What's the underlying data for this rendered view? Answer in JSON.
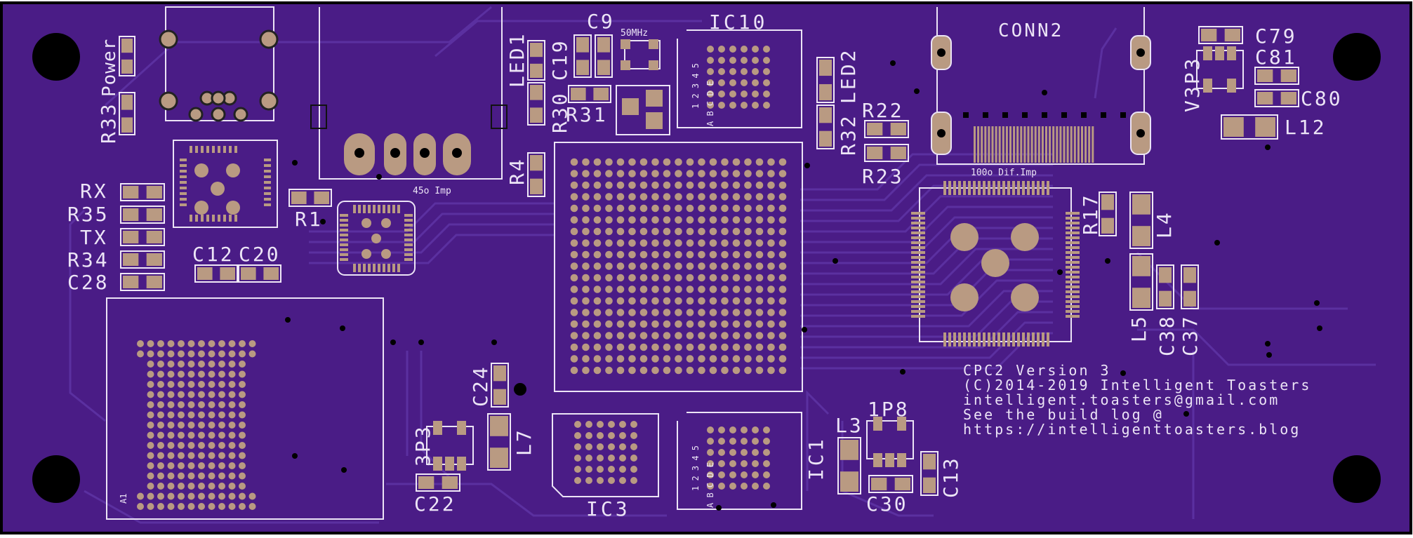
{
  "colors": {
    "board": "#4a1c86",
    "trace": "#5b30a0",
    "pad": "#b99a82",
    "padOutline": "#f0e8f6",
    "silk": "#ece4f6",
    "hole": "#000000"
  },
  "labels": {
    "conn2": "CONN2",
    "ic10": "IC10",
    "ic3": "IC3",
    "ic1": "IC1",
    "led1": "LED1",
    "led2": "LED2",
    "c9": "C9",
    "mhz": "50MHz",
    "c19": "C19",
    "r30": "R30",
    "r31": "R31",
    "r32": "R32",
    "r22": "R22",
    "r23": "R23",
    "r4": "R4",
    "r1": "R1",
    "r33": "R33",
    "power": "Power",
    "rx": "RX",
    "r35": "R35",
    "tx": "TX",
    "r34": "R34",
    "c28": "C28",
    "c12": "C12",
    "c20": "C20",
    "imp45": "45o Imp",
    "imp100": "100o Dif.Imp",
    "c79": "C79",
    "c81": "C81",
    "c80": "C80",
    "v3p3": "V3P3",
    "l12": "L12",
    "r17": "R17",
    "l4": "L4",
    "l5": "L5",
    "c38": "C38",
    "c37": "C37",
    "c24": "C24",
    "l7": "L7",
    "p3": "3P3",
    "c22": "C22",
    "l3": "L3",
    "p8": "1P8",
    "c30": "C30",
    "c13": "C13",
    "a1": "A1",
    "bga_cols_num": "1 2 3 4 5",
    "bga_rows_alpha": "A B C D E"
  },
  "info": {
    "line1": "CPC2 Version 3",
    "line2": "(C)2014-2019 Intelligent Toasters",
    "line3": "intelligent.toasters@gmail.com",
    "line4": "See the build log @",
    "line5": "https://intelligenttoasters.blog"
  }
}
